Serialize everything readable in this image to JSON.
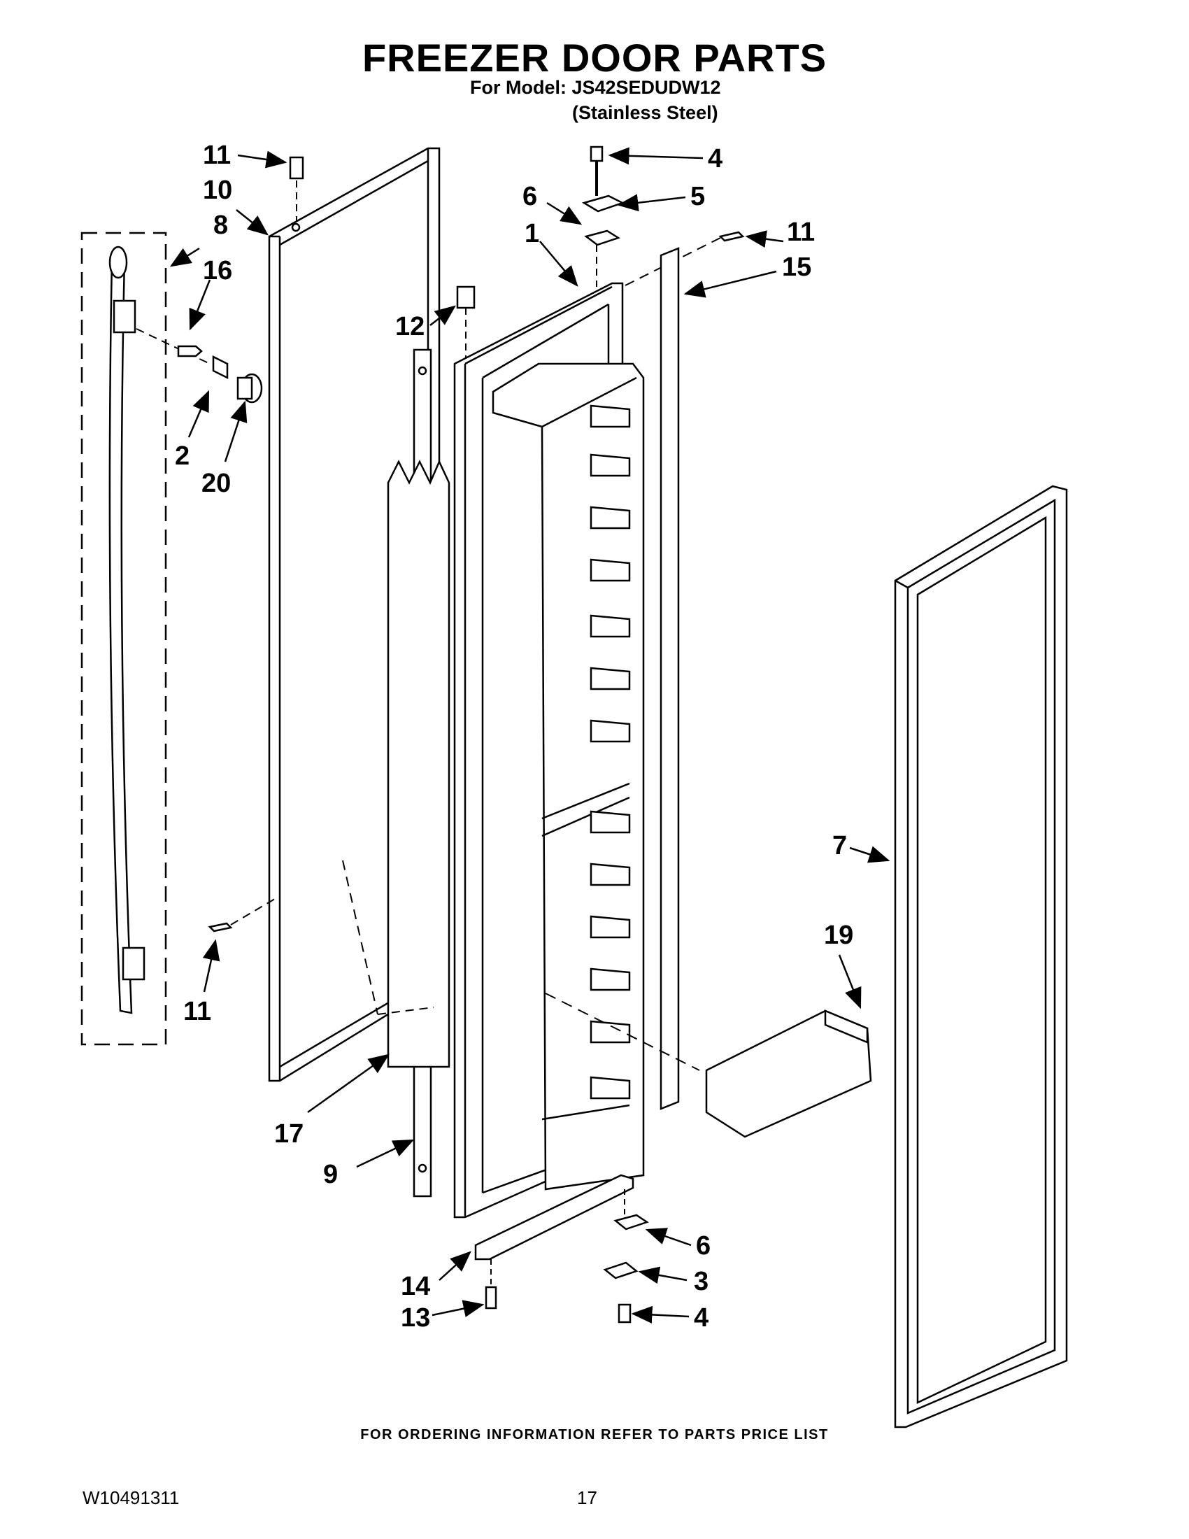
{
  "header": {
    "title": "FREEZER DOOR PARTS",
    "model_line": "For Model: JS42SEDUDW12",
    "variant_line": "(Stainless Steel)"
  },
  "callouts": {
    "c11_top": "11",
    "c10": "10",
    "c8": "8",
    "c16": "16",
    "c2": "2",
    "c20": "20",
    "c4_top": "4",
    "c5": "5",
    "c6_top": "6",
    "c1": "1",
    "c11_right": "11",
    "c15": "15",
    "c12": "12",
    "c7": "7",
    "c19": "19",
    "c11_bottom": "11",
    "c17": "17",
    "c9": "9",
    "c6_bottom": "6",
    "c3": "3",
    "c14": "14",
    "c13": "13",
    "c4_bottom": "4"
  },
  "footer": {
    "note": "FOR ORDERING INFORMATION REFER TO PARTS PRICE LIST",
    "doc_number": "W10491311",
    "page_number": "17"
  }
}
